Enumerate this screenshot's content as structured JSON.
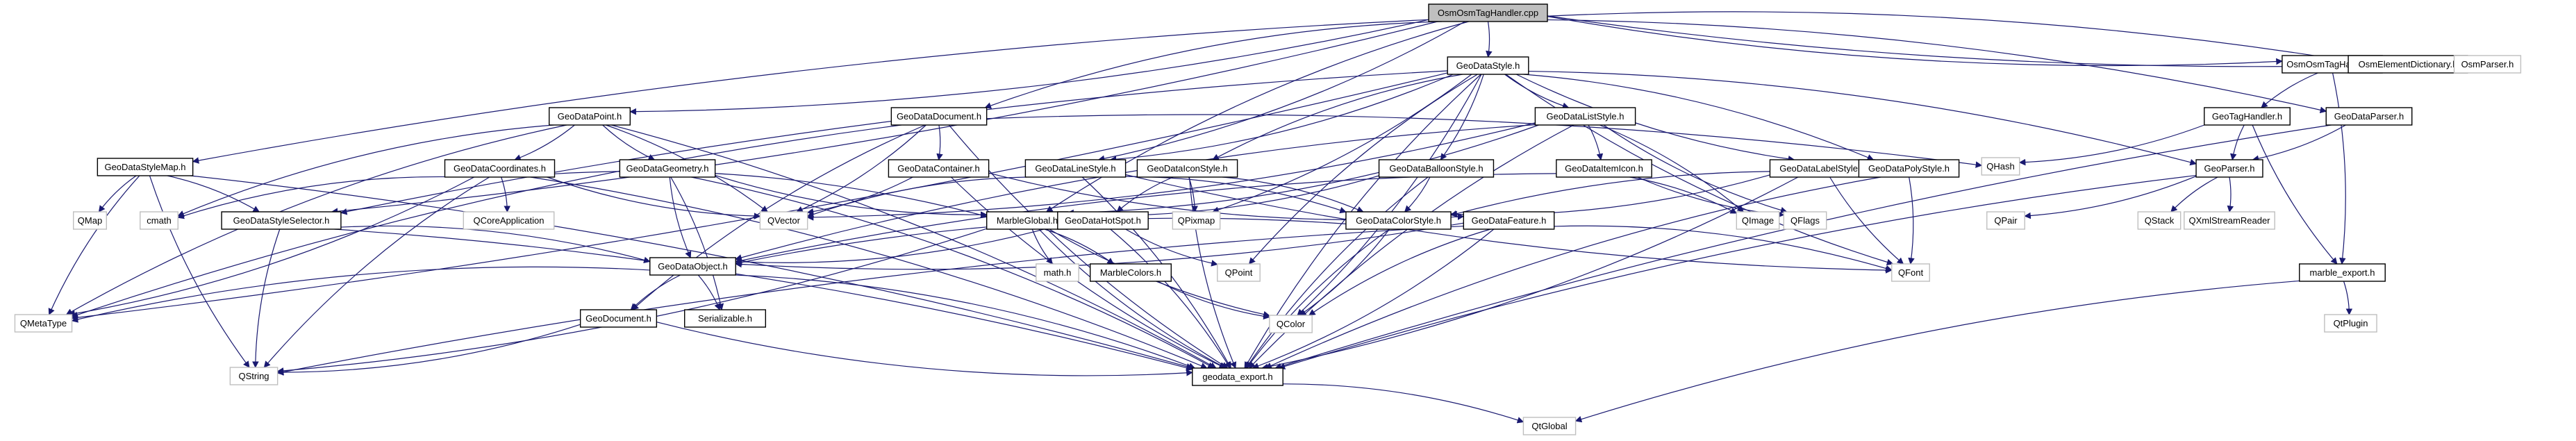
{
  "graph": {
    "title": "OsmOsmTagHandler.cpp",
    "edge_color": "#191970",
    "node_fill": "#ffffff",
    "root_fill": "#bfbfbf",
    "external_border": "#bfbfbf",
    "nodes": [
      {
        "id": "OsmOsmTagHandler_cpp",
        "label": "OsmOsmTagHandler.cpp",
        "kind": "root"
      },
      {
        "id": "GeoDataStyle",
        "label": "GeoDataStyle.h",
        "kind": "internal"
      },
      {
        "id": "OsmOsmTagHandler_h",
        "label": "OsmOsmTagHandler.h",
        "kind": "internal"
      },
      {
        "id": "OsmElementDictionary",
        "label": "OsmElementDictionary.h",
        "kind": "internal"
      },
      {
        "id": "OsmParser",
        "label": "OsmParser.h",
        "kind": "external"
      },
      {
        "id": "GeoDataPoint",
        "label": "GeoDataPoint.h",
        "kind": "internal"
      },
      {
        "id": "GeoDataDocument",
        "label": "GeoDataDocument.h",
        "kind": "internal"
      },
      {
        "id": "GeoDataListStyle",
        "label": "GeoDataListStyle.h",
        "kind": "internal"
      },
      {
        "id": "GeoTagHandler",
        "label": "GeoTagHandler.h",
        "kind": "internal"
      },
      {
        "id": "GeoDataParser",
        "label": "GeoDataParser.h",
        "kind": "internal"
      },
      {
        "id": "QHash",
        "label": "QHash",
        "kind": "external"
      },
      {
        "id": "GeoDataStyleMap",
        "label": "GeoDataStyleMap.h",
        "kind": "internal"
      },
      {
        "id": "GeoDataCoordinates",
        "label": "GeoDataCoordinates.h",
        "kind": "internal"
      },
      {
        "id": "GeoDataGeometry",
        "label": "GeoDataGeometry.h",
        "kind": "internal"
      },
      {
        "id": "GeoDataContainer",
        "label": "GeoDataContainer.h",
        "kind": "internal"
      },
      {
        "id": "GeoDataLineStyle",
        "label": "GeoDataLineStyle.h",
        "kind": "internal"
      },
      {
        "id": "GeoDataIconStyle",
        "label": "GeoDataIconStyle.h",
        "kind": "internal"
      },
      {
        "id": "GeoDataBalloonStyle",
        "label": "GeoDataBalloonStyle.h",
        "kind": "internal"
      },
      {
        "id": "GeoDataItemIcon",
        "label": "GeoDataItemIcon.h",
        "kind": "internal"
      },
      {
        "id": "GeoDataLabelStyle",
        "label": "GeoDataLabelStyle.h",
        "kind": "internal"
      },
      {
        "id": "GeoDataPolyStyle",
        "label": "GeoDataPolyStyle.h",
        "kind": "internal"
      },
      {
        "id": "GeoParser",
        "label": "GeoParser.h",
        "kind": "internal"
      },
      {
        "id": "QMap",
        "label": "QMap",
        "kind": "external"
      },
      {
        "id": "cmath",
        "label": "cmath",
        "kind": "external"
      },
      {
        "id": "GeoDataStyleSelector",
        "label": "GeoDataStyleSelector.h",
        "kind": "internal"
      },
      {
        "id": "QCoreApplication",
        "label": "QCoreApplication",
        "kind": "external"
      },
      {
        "id": "QVector",
        "label": "QVector",
        "kind": "external"
      },
      {
        "id": "MarbleGlobal",
        "label": "MarbleGlobal.h",
        "kind": "internal"
      },
      {
        "id": "GeoDataHotSpot",
        "label": "GeoDataHotSpot.h",
        "kind": "internal"
      },
      {
        "id": "QPixmap",
        "label": "QPixmap",
        "kind": "external"
      },
      {
        "id": "GeoDataColorStyle",
        "label": "GeoDataColorStyle.h",
        "kind": "internal"
      },
      {
        "id": "GeoDataFeature",
        "label": "GeoDataFeature.h",
        "kind": "internal"
      },
      {
        "id": "QImage",
        "label": "QImage",
        "kind": "external"
      },
      {
        "id": "QFlags",
        "label": "QFlags",
        "kind": "external"
      },
      {
        "id": "QPair",
        "label": "QPair",
        "kind": "external"
      },
      {
        "id": "QStack",
        "label": "QStack",
        "kind": "external"
      },
      {
        "id": "QXmlStreamReader",
        "label": "QXmlStreamReader",
        "kind": "external"
      },
      {
        "id": "GeoDataObject",
        "label": "GeoDataObject.h",
        "kind": "internal"
      },
      {
        "id": "math_h",
        "label": "math.h",
        "kind": "external"
      },
      {
        "id": "MarbleColors",
        "label": "MarbleColors.h",
        "kind": "internal"
      },
      {
        "id": "QPoint",
        "label": "QPoint",
        "kind": "external"
      },
      {
        "id": "QFont",
        "label": "QFont",
        "kind": "external"
      },
      {
        "id": "marble_export",
        "label": "marble_export.h",
        "kind": "internal"
      },
      {
        "id": "QMetaType",
        "label": "QMetaType",
        "kind": "external"
      },
      {
        "id": "GeoDocument",
        "label": "GeoDocument.h",
        "kind": "internal"
      },
      {
        "id": "Serializable",
        "label": "Serializable.h",
        "kind": "internal"
      },
      {
        "id": "QColor",
        "label": "QColor",
        "kind": "external"
      },
      {
        "id": "QtPlugin",
        "label": "QtPlugin",
        "kind": "external"
      },
      {
        "id": "QString",
        "label": "QString",
        "kind": "external"
      },
      {
        "id": "geodata_export",
        "label": "geodata_export.h",
        "kind": "internal"
      },
      {
        "id": "QtGlobal",
        "label": "QtGlobal",
        "kind": "external"
      }
    ],
    "edges": [
      [
        "OsmOsmTagHandler_cpp",
        "GeoDataStyle"
      ],
      [
        "OsmOsmTagHandler_cpp",
        "OsmOsmTagHandler_h"
      ],
      [
        "OsmOsmTagHandler_cpp",
        "OsmElementDictionary"
      ],
      [
        "OsmOsmTagHandler_cpp",
        "OsmParser"
      ],
      [
        "OsmOsmTagHandler_cpp",
        "GeoDataPoint"
      ],
      [
        "OsmOsmTagHandler_cpp",
        "GeoDataDocument"
      ],
      [
        "OsmOsmTagHandler_cpp",
        "GeoDataParser"
      ],
      [
        "OsmOsmTagHandler_cpp",
        "GeoDataStyleMap"
      ],
      [
        "OsmOsmTagHandler_cpp",
        "GeoDataLineStyle"
      ],
      [
        "OsmOsmTagHandler_cpp",
        "MarbleGlobal"
      ],
      [
        "OsmOsmTagHandler_cpp",
        "GeoDataStyleSelector"
      ],
      [
        "GeoDataStyle",
        "GeoDataListStyle"
      ],
      [
        "GeoDataStyle",
        "GeoDataLineStyle"
      ],
      [
        "GeoDataStyle",
        "GeoDataIconStyle"
      ],
      [
        "GeoDataStyle",
        "GeoDataBalloonStyle"
      ],
      [
        "GeoDataStyle",
        "GeoDataLabelStyle"
      ],
      [
        "GeoDataStyle",
        "GeoDataPolyStyle"
      ],
      [
        "GeoDataStyle",
        "GeoDataStyleSelector"
      ],
      [
        "GeoDataStyle",
        "QMetaType"
      ],
      [
        "GeoDataStyle",
        "QPoint"
      ],
      [
        "GeoDataStyle",
        "QColor"
      ],
      [
        "GeoDataStyle",
        "QFont"
      ],
      [
        "GeoDataStyle",
        "QPixmap"
      ],
      [
        "GeoDataStyle",
        "geodata_export"
      ],
      [
        "GeoDataStyle",
        "GeoParser"
      ],
      [
        "OsmOsmTagHandler_h",
        "GeoTagHandler"
      ],
      [
        "OsmOsmTagHandler_h",
        "marble_export"
      ],
      [
        "GeoTagHandler",
        "GeoParser"
      ],
      [
        "GeoTagHandler",
        "QHash"
      ],
      [
        "GeoTagHandler",
        "marble_export"
      ],
      [
        "GeoDataParser",
        "GeoParser"
      ],
      [
        "GeoDataParser",
        "geodata_export"
      ],
      [
        "GeoParser",
        "QPair"
      ],
      [
        "GeoParser",
        "QStack"
      ],
      [
        "GeoParser",
        "QXmlStreamReader"
      ],
      [
        "GeoParser",
        "geodata_export"
      ],
      [
        "GeoDataPoint",
        "GeoDataCoordinates"
      ],
      [
        "GeoDataPoint",
        "GeoDataGeometry"
      ],
      [
        "GeoDataPoint",
        "QVector"
      ],
      [
        "GeoDataPoint",
        "QMetaType"
      ],
      [
        "GeoDataPoint",
        "geodata_export"
      ],
      [
        "GeoDataPoint",
        "cmath"
      ],
      [
        "GeoDataDocument",
        "GeoDataContainer"
      ],
      [
        "GeoDataDocument",
        "GeoDocument"
      ],
      [
        "GeoDataDocument",
        "QVector"
      ],
      [
        "GeoDataDocument",
        "QMetaType"
      ],
      [
        "GeoDataDocument",
        "QHash"
      ],
      [
        "GeoDataDocument",
        "geodata_export"
      ],
      [
        "GeoDataListStyle",
        "GeoDataItemIcon"
      ],
      [
        "GeoDataListStyle",
        "GeoDataObject"
      ],
      [
        "GeoDataListStyle",
        "QVector"
      ],
      [
        "GeoDataListStyle",
        "QFlags"
      ],
      [
        "GeoDataListStyle",
        "QImage"
      ],
      [
        "GeoDataListStyle",
        "geodata_export"
      ],
      [
        "GeoDataListStyle",
        "MarbleGlobal"
      ],
      [
        "GeoDataStyleMap",
        "QMap"
      ],
      [
        "GeoDataStyleMap",
        "GeoDataStyleSelector"
      ],
      [
        "GeoDataStyleMap",
        "QString"
      ],
      [
        "GeoDataStyleMap",
        "geodata_export"
      ],
      [
        "GeoDataStyleMap",
        "QMetaType"
      ],
      [
        "GeoDataCoordinates",
        "QCoreApplication"
      ],
      [
        "GeoDataCoordinates",
        "QVector"
      ],
      [
        "GeoDataCoordinates",
        "QMetaType"
      ],
      [
        "GeoDataCoordinates",
        "cmath"
      ],
      [
        "GeoDataCoordinates",
        "MarbleGlobal"
      ],
      [
        "GeoDataCoordinates",
        "QString"
      ],
      [
        "GeoDataCoordinates",
        "geodata_export"
      ],
      [
        "GeoDataGeometry",
        "GeoDataObject"
      ],
      [
        "GeoDataGeometry",
        "Serializable"
      ],
      [
        "GeoDataGeometry",
        "MarbleGlobal"
      ],
      [
        "GeoDataGeometry",
        "geodata_export"
      ],
      [
        "GeoDataContainer",
        "GeoDataFeature"
      ],
      [
        "GeoDataContainer",
        "QVector"
      ],
      [
        "GeoDataContainer",
        "geodata_export"
      ],
      [
        "GeoDataLineStyle",
        "GeoDataColorStyle"
      ],
      [
        "GeoDataLineStyle",
        "QVector"
      ],
      [
        "GeoDataLineStyle",
        "geodata_export"
      ],
      [
        "GeoDataLineStyle",
        "QFont"
      ],
      [
        "GeoDataIconStyle",
        "GeoDataColorStyle"
      ],
      [
        "GeoDataIconStyle",
        "GeoDataHotSpot"
      ],
      [
        "GeoDataIconStyle",
        "QPixmap"
      ],
      [
        "GeoDataIconStyle",
        "geodata_export"
      ],
      [
        "GeoDataBalloonStyle",
        "GeoDataColorStyle"
      ],
      [
        "GeoDataBalloonStyle",
        "geodata_export"
      ],
      [
        "GeoDataBalloonStyle",
        "MarbleGlobal"
      ],
      [
        "GeoDataItemIcon",
        "GeoDataObject"
      ],
      [
        "GeoDataItemIcon",
        "QImage"
      ],
      [
        "GeoDataItemIcon",
        "QFlags"
      ],
      [
        "GeoDataLabelStyle",
        "GeoDataColorStyle"
      ],
      [
        "GeoDataLabelStyle",
        "QFont"
      ],
      [
        "GeoDataLabelStyle",
        "geodata_export"
      ],
      [
        "GeoDataPolyStyle",
        "GeoDataColorStyle"
      ],
      [
        "GeoDataPolyStyle",
        "QFont"
      ],
      [
        "GeoDataPolyStyle",
        "geodata_export"
      ],
      [
        "GeoDataStyleSelector",
        "GeoDataObject"
      ],
      [
        "GeoDataStyleSelector",
        "QString"
      ],
      [
        "GeoDataStyleSelector",
        "geodata_export"
      ],
      [
        "MarbleGlobal",
        "math_h"
      ],
      [
        "MarbleGlobal",
        "MarbleColors"
      ],
      [
        "MarbleGlobal",
        "QColor"
      ],
      [
        "MarbleGlobal",
        "QString"
      ],
      [
        "MarbleGlobal",
        "geodata_export"
      ],
      [
        "GeoDataHotSpot",
        "GeoDataObject"
      ],
      [
        "GeoDataHotSpot",
        "QPoint"
      ],
      [
        "GeoDataHotSpot",
        "geodata_export"
      ],
      [
        "GeoDataColorStyle",
        "GeoDataObject"
      ],
      [
        "GeoDataColorStyle",
        "QColor"
      ],
      [
        "GeoDataColorStyle",
        "geodata_export"
      ],
      [
        "GeoDataFeature",
        "GeoDataObject"
      ],
      [
        "GeoDataFeature",
        "QColor"
      ],
      [
        "GeoDataFeature",
        "QFont"
      ],
      [
        "GeoDataFeature",
        "QString"
      ],
      [
        "GeoDataFeature",
        "geodata_export"
      ],
      [
        "GeoDataObject",
        "GeoDocument"
      ],
      [
        "GeoDataObject",
        "Serializable"
      ],
      [
        "GeoDataObject",
        "QMetaType"
      ],
      [
        "GeoDataObject",
        "geodata_export"
      ],
      [
        "MarbleColors",
        "QColor"
      ],
      [
        "GeoDocument",
        "QString"
      ],
      [
        "GeoDocument",
        "geodata_export"
      ],
      [
        "marble_export",
        "QtPlugin"
      ],
      [
        "marble_export",
        "QtGlobal"
      ],
      [
        "geodata_export",
        "QtGlobal"
      ]
    ]
  }
}
